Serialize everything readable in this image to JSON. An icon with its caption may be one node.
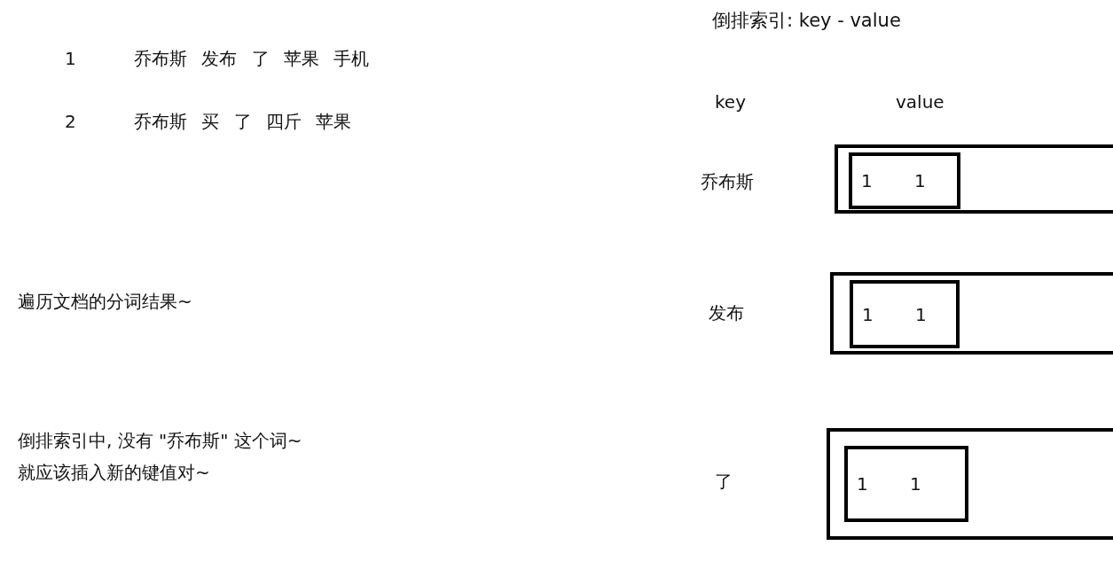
{
  "diagram": {
    "title": "倒排索引: key - value",
    "nodes": [
      {
        "text": [],
        "shape": "box"
      },
      {
        "text": [
          "1",
          "1"
        ],
        "in": 0
      },
      {
        "text": [],
        "shape": "box"
      },
      {
        "text": [
          "1",
          "1"
        ],
        "in": 2
      },
      {
        "text": [],
        "shape": "box"
      },
      {
        "text": [
          "1",
          "1"
        ],
        "in": 4
      }
    ],
    "edges": [],
    "labels": [
      "1",
      "乔布斯 发布 了 苹果 手机",
      "key",
      "value",
      "2",
      "乔布斯 买 了 四斤 苹果",
      "乔布斯",
      "遍历文档的分词结果~",
      "发布",
      "倒排索引中, 没有 \"乔布斯\" 这个词~",
      "就应该插入新的键值对~",
      "了"
    ]
  }
}
